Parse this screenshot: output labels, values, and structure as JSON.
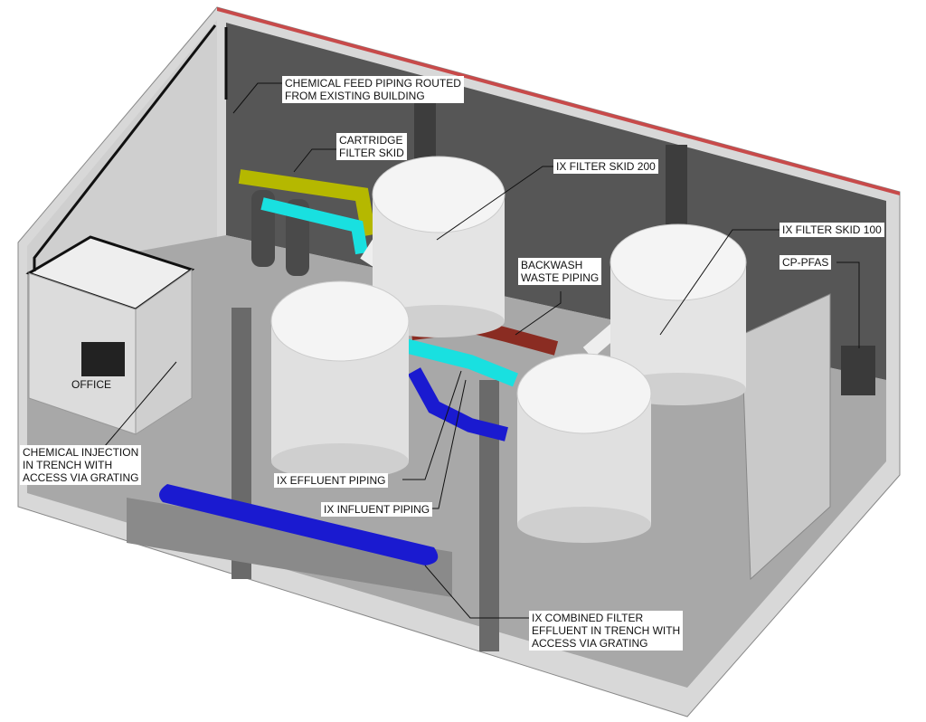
{
  "labels": {
    "chemical_feed": "CHEMICAL FEED PIPING ROUTED\nFROM EXISTING BUILDING",
    "cartridge": "CARTRIDGE\nFILTER SKID",
    "skid200": "IX FILTER SKID 200",
    "skid100": "IX FILTER SKID 100",
    "backwash": "BACKWASH\nWASTE PIPING",
    "cp_pfas": "CP-PFAS",
    "office": "OFFICE",
    "chem_injection": "CHEMICAL INJECTION\nIN TRENCH WITH\nACCESS VIA GRATING",
    "effluent": "IX EFFLUENT PIPING",
    "influent": "IX INFLUENT PIPING",
    "combined": "IX COMBINED FILTER\nEFFLUENT IN TRENCH WITH\nACCESS VIA GRATING"
  },
  "colors": {
    "cartridge_pipe": "#b5b800",
    "influent_pipe": "#19e0e0",
    "effluent_pipe": "#1a1ad0",
    "backwash_pipe": "#8a2c22",
    "wall": "#555555",
    "floor": "#a8a8a8"
  }
}
